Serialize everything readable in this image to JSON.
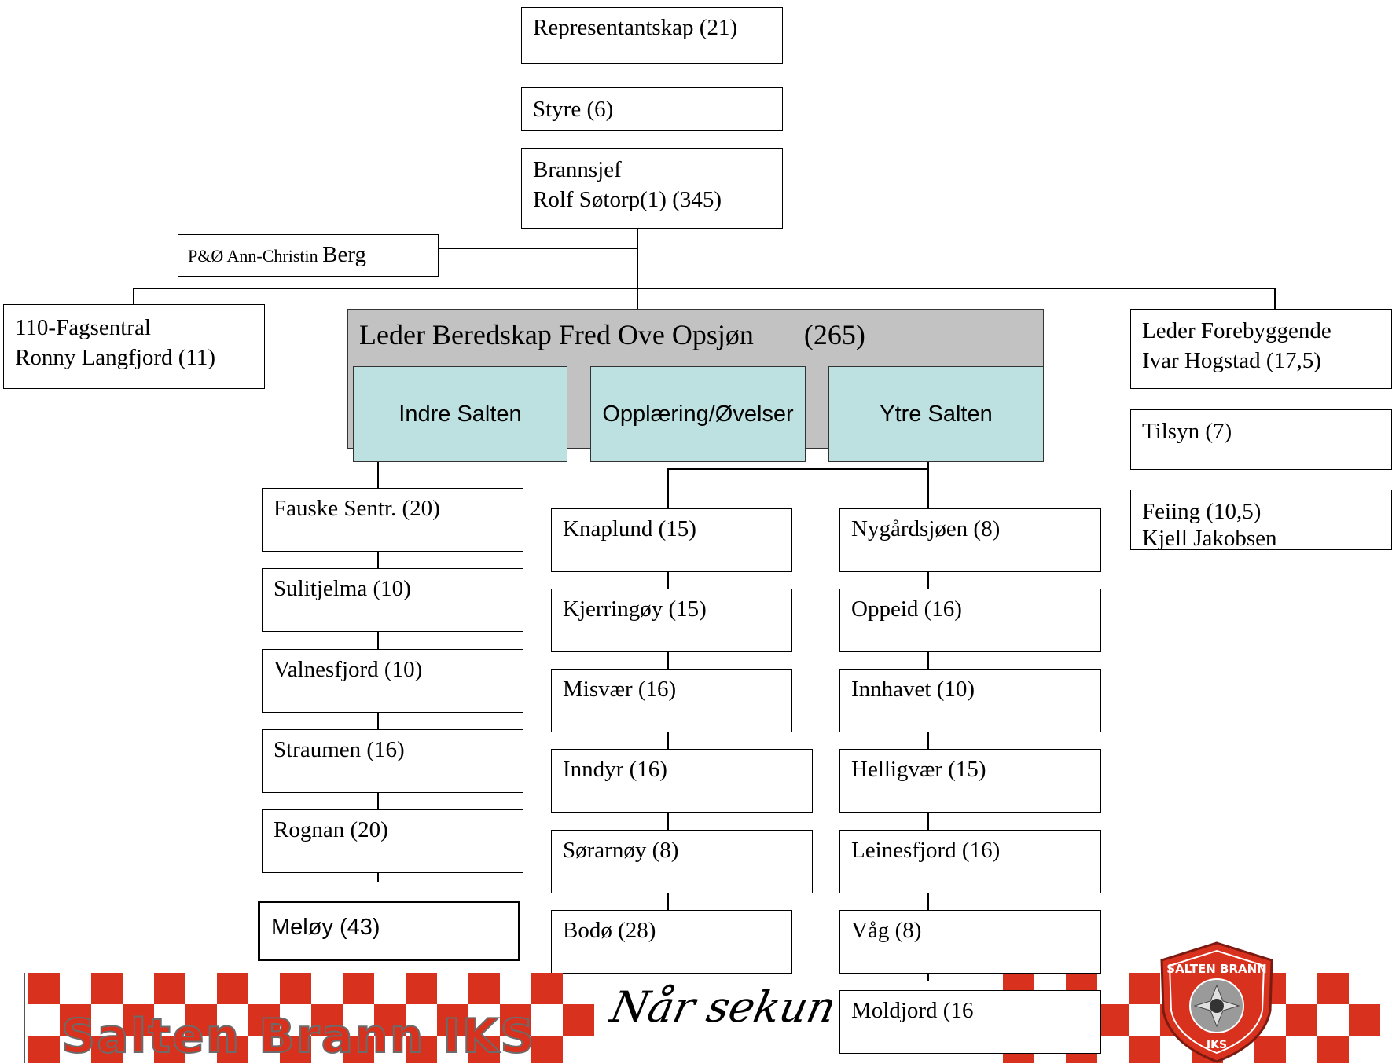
{
  "top": {
    "representantskap": "Representantskap (21)",
    "styre": "Styre (6)",
    "brannsjef_title": "Brannsjef",
    "brannsjef_name": "Rolf Søtorp(1) (345)"
  },
  "staff": {
    "po_prefix": "P&Ø Ann-Christin ",
    "po_name": "Berg"
  },
  "fagsentral": {
    "line1": "110-Fagsentral",
    "line2": "Ronny Langfjord (11)"
  },
  "beredskap": {
    "title": "Leder Beredskap Fred Ove Opsjøn",
    "count": "(265)",
    "units": [
      "Indre Salten",
      "Opplæring/Øvelser",
      "Ytre Salten"
    ]
  },
  "forebyggende": {
    "line1": "Leder Forebyggende",
    "line2": "Ivar Hogstad (17,5)",
    "tilsyn": "Tilsyn (7)",
    "feiing_line1": "Feiing (10,5)",
    "feiing_line2": "Kjell Jakobsen"
  },
  "indre_stations": [
    "Fauske Sentr. (20)",
    "Sulitjelma (10)",
    "Valnesfjord (10)",
    "Straumen (16)",
    "Rognan (20)"
  ],
  "meloy": "Meløy (43)",
  "middle_stations": [
    "Knaplund (15)",
    "Kjerringøy (15)",
    "Misvær (16)",
    "Inndyr (16)",
    "Sørarnøy (8)",
    "Bodø (28)"
  ],
  "ytre_stations": [
    "Nygårdsjøen (8)",
    "Oppeid (16)",
    "Innhavet (10)",
    "Helligvær (15)",
    "Leinesfjord (16)",
    "Våg (8)",
    "Moldjord (16"
  ],
  "footer": {
    "brand": "Salten Brann IKS",
    "slogan": "Når sekun",
    "logo_ring": "SALTEN BRANN",
    "logo_iks": "IKS"
  },
  "colors": {
    "banner_red": "#d8311e",
    "unit_fill": "#bde1e1",
    "header_fill": "#c2c2c2"
  }
}
